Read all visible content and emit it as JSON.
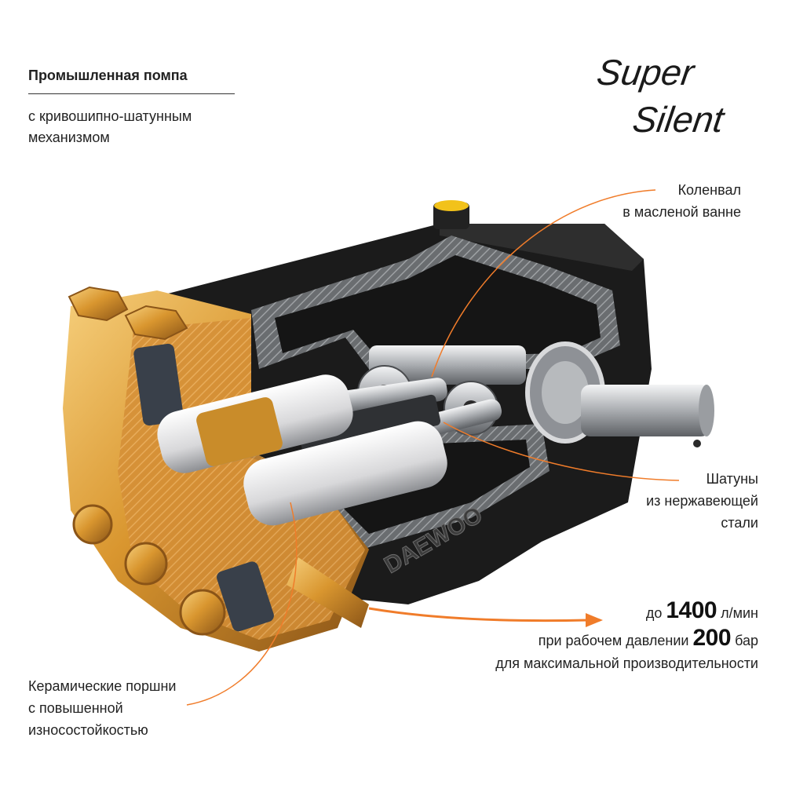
{
  "header": {
    "title": "Промышленная помпа",
    "subtitle_line1": "с кривошипно-шатунным",
    "subtitle_line2": "механизмом"
  },
  "brand_mark": {
    "line1": "Super",
    "line2": "Silent"
  },
  "product": {
    "logo_text": "DAEWOO",
    "illustration": "pump-cutaway-illustration"
  },
  "callouts": {
    "crankshaft": {
      "line1": "Коленвал",
      "line2": "в масленой ванне"
    },
    "rods": {
      "line1": "Шатуны",
      "line2": "из нержавеющей",
      "line3": "стали"
    },
    "pistons": {
      "line1": "Керамические поршни",
      "line2": "с повышенной",
      "line3": "износостойкостью"
    }
  },
  "specs": {
    "flow_prefix": "до",
    "flow_value": "1400",
    "flow_unit": "л/мин",
    "pressure_prefix": "при рабочем давлении",
    "pressure_value": "200",
    "pressure_unit": "бар",
    "purpose": "для максимальной производительности"
  },
  "colors": {
    "accent": "#f07c2a",
    "brass": "#d89a3a",
    "body": "#1b1b1b",
    "steel": "#b9bcc0"
  }
}
